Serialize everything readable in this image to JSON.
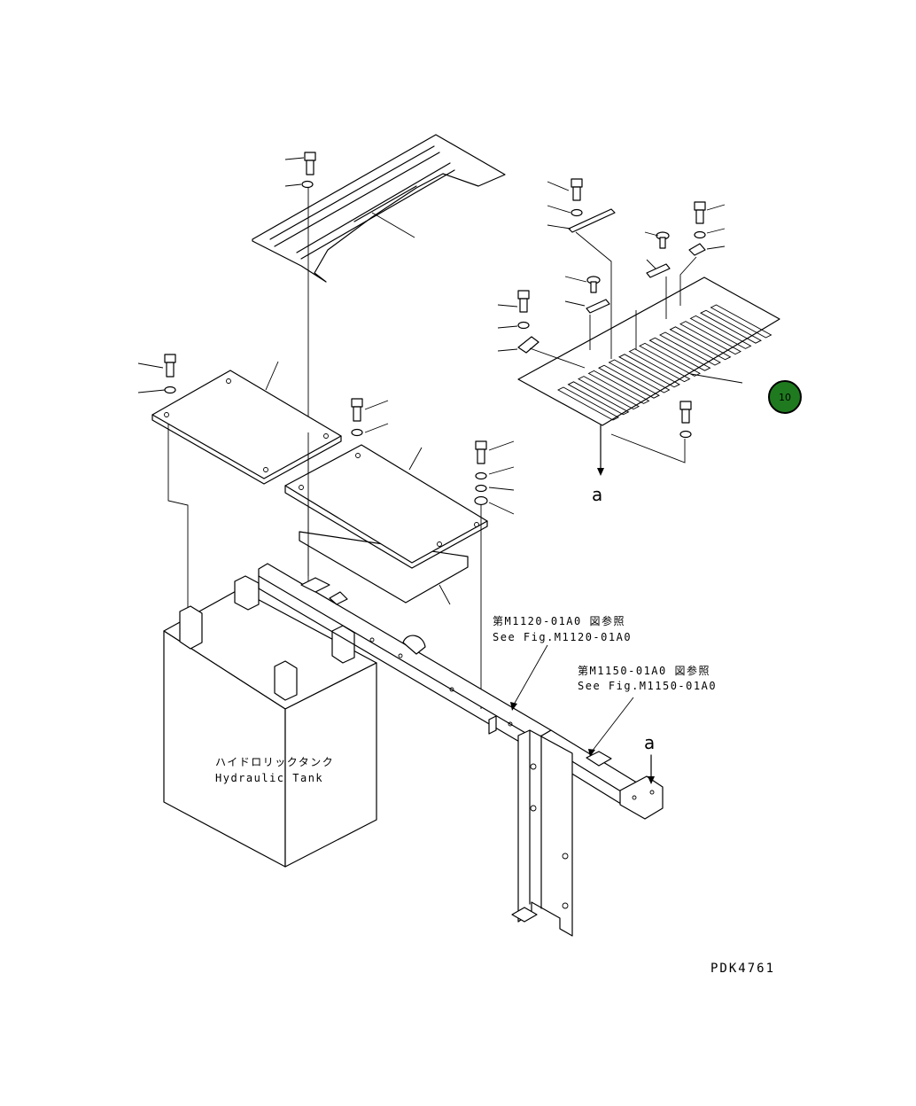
{
  "labels": {
    "ref1_jp": "第M1120-01A0 図参照",
    "ref1_en": "See Fig.M1120-01A0",
    "ref2_jp": "第M1150-01A0 図参照",
    "ref2_en": "See Fig.M1150-01A0",
    "tank_jp": "ハイドロリックタンク",
    "tank_en": "Hydraulic Tank",
    "arrow_a_top": "a",
    "arrow_a_bottom": "a",
    "drawing_code": "PDK4761"
  },
  "badge": {
    "number": "10",
    "color": "#1f7a1f",
    "ring": "#000000"
  }
}
